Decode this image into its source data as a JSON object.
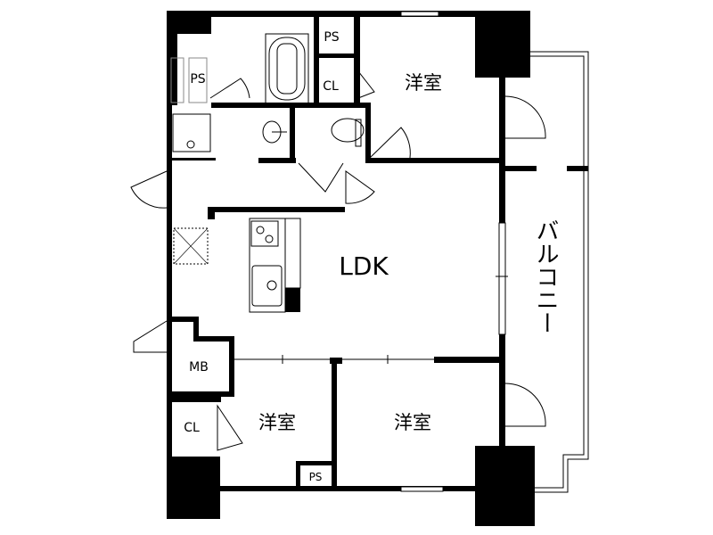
{
  "floor_plan": {
    "rooms": {
      "bedroom_north": "洋室",
      "bedroom_southwest": "洋室",
      "bedroom_southeast": "洋室",
      "living": "LDK",
      "balcony": "バルコニー"
    },
    "utilities": {
      "ps_top": "PS",
      "ps_left": "PS",
      "ps_bottom": "PS",
      "closet_top": "CL",
      "closet_bottom": "CL",
      "meter_box": "MB"
    }
  }
}
